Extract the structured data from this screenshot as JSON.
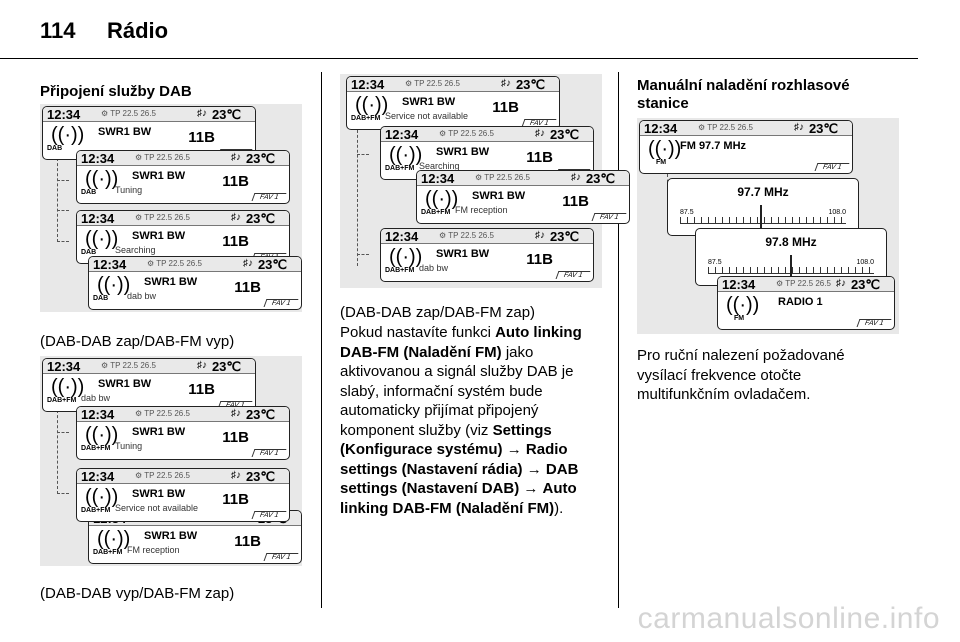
{
  "header": {
    "page_number": "114",
    "title": "Rádio"
  },
  "left_column": {
    "heading": "Připojení služby DAB",
    "caption1": "(DAB-DAB zap/DAB-FM vyp)",
    "caption2": "(DAB-DAB vyp/DAB-FM zap)"
  },
  "mid_column": {
    "caption": "(DAB-DAB zap/DAB-FM zap)",
    "p1": "Pokud nastavíte funkci ",
    "b1": "Auto linking DAB-FM (Naladění FM)",
    "p2": " jako aktivovanou a signál služby DAB je slabý, informační systém bude automaticky přijímat připojený komponent služby (viz ",
    "b2": "Settings (Konfigurace systému)",
    "arrow1": " → ",
    "b3": "Radio settings (Nastavení rádia)",
    "arrow2": " → ",
    "b4": "DAB settings (Nastavení DAB)",
    "arrow3": " → ",
    "b5": "Auto linking DAB-FM (Naladění FM)",
    "p3": ")."
  },
  "right_column": {
    "heading": "Manuální naladění rozhlasové stanice",
    "para": "Pro ruční nalezení požadované vysílací frekvence otočte multifunkčním ovladačem."
  },
  "screen": {
    "time": "12:34",
    "temp": "23℃",
    "status_mid": "⚙ TP 22.5 26.5",
    "note": "♯♪",
    "station": "SWR1 BW",
    "channel": "11B",
    "fav": "FAV 1",
    "antenna": "((·))"
  },
  "figure1": [
    {
      "tag": "DAB",
      "sub": ""
    },
    {
      "tag": "DAB",
      "sub": "Tuning"
    },
    {
      "tag": "DAB",
      "sub": "Searching"
    },
    {
      "tag": "DAB",
      "sub": "dab bw"
    }
  ],
  "figure2": [
    {
      "tag": "DAB+FM",
      "sub": "dab bw"
    },
    {
      "tag": "DAB+FM",
      "sub": "Tuning"
    },
    {
      "tag": "DAB+FM",
      "sub": "Service not available"
    },
    {
      "tag": "DAB+FM",
      "sub": "FM reception"
    }
  ],
  "figure3": [
    {
      "tag": "DAB+FM",
      "sub": "Service not available"
    },
    {
      "tag": "DAB+FM",
      "sub": "Searching"
    },
    {
      "tag": "DAB+FM",
      "sub": "FM reception"
    },
    {
      "tag": "DAB+FM",
      "sub": "dab bw"
    }
  ],
  "figure4": {
    "top_station": "FM 97.7 MHz",
    "top_tag": "FM",
    "freq1": "97.7 MHz",
    "freq2": "97.8 MHz",
    "scale_lo": "87.5",
    "scale_hi": "108.0",
    "bottom_station": "RADIO 1",
    "bottom_tag": "FM",
    "freq1_level": 0.49,
    "freq2_level": 0.5
  },
  "footer": {
    "url": "carmanualsonline.info"
  }
}
